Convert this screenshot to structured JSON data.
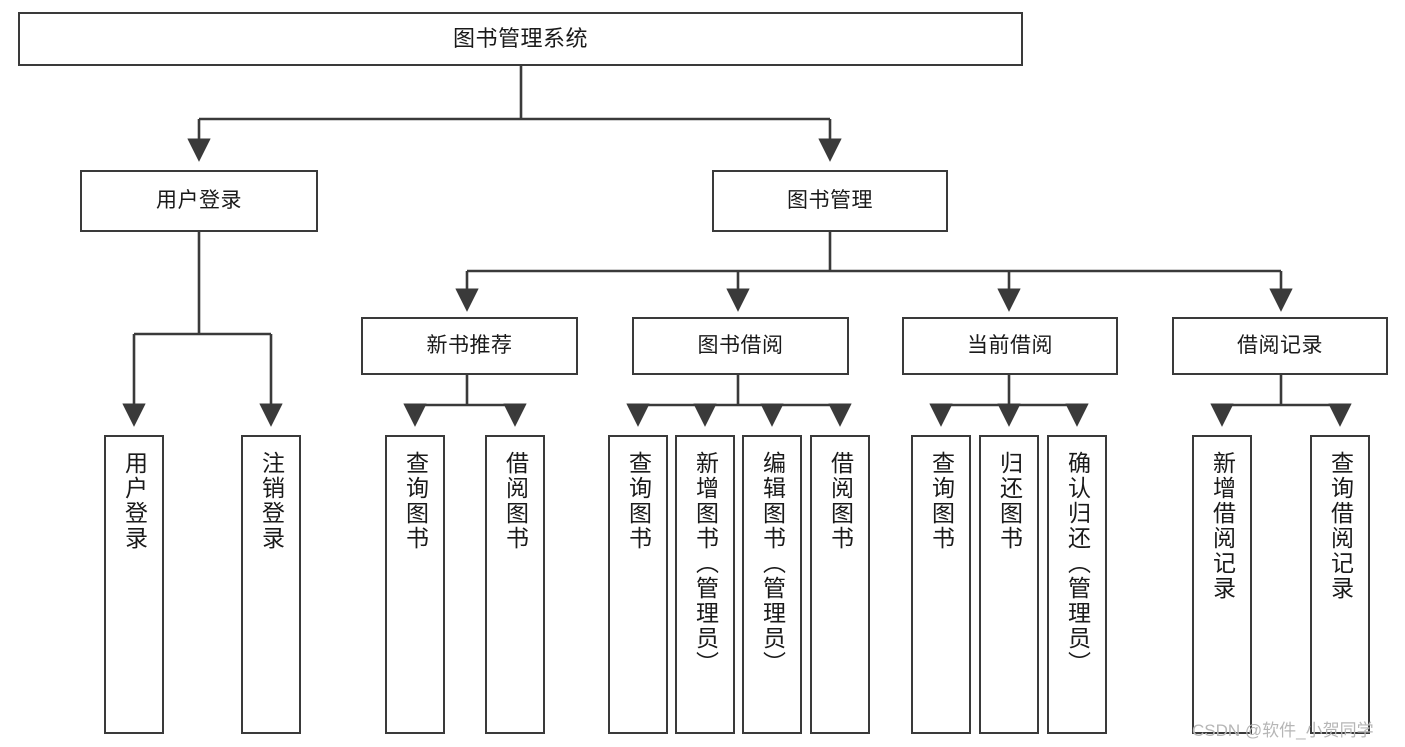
{
  "diagram": {
    "title": "图书管理系统",
    "watermark": "CSDN @软件_小贺同学",
    "line_color": "#3a3a3a",
    "background": "#ffffff",
    "nodes": {
      "root": "图书管理系统",
      "user_login": "用户登录",
      "book_manage": "图书管理",
      "new_book_rec": "新书推荐",
      "book_borrow": "图书借阅",
      "current_borrow": "当前借阅",
      "borrow_record": "借阅记录",
      "leaf_user_login": "用户登录",
      "leaf_user_logout": "注销登录",
      "leaf_rec_query_book": "查询图书",
      "leaf_rec_borrow_book": "借阅图书",
      "leaf_borrow_query_book": "查询图书",
      "leaf_borrow_add_book": "新增图书（管理员）",
      "leaf_borrow_edit_book": "编辑图书（管理员）",
      "leaf_borrow_borrow_book": "借阅图书",
      "leaf_cur_query_book": "查询图书",
      "leaf_cur_return_book": "归还图书",
      "leaf_cur_confirm_return": "确认归还（管理员）",
      "leaf_rec_add_record": "新增借阅记录",
      "leaf_rec_query_record": "查询借阅记录"
    },
    "tree": {
      "图书管理系统": [
        "用户登录",
        "图书管理"
      ],
      "用户登录": [
        "用户登录",
        "注销登录"
      ],
      "图书管理": [
        "新书推荐",
        "图书借阅",
        "当前借阅",
        "借阅记录"
      ],
      "新书推荐": [
        "查询图书",
        "借阅图书"
      ],
      "图书借阅": [
        "查询图书",
        "新增图书（管理员）",
        "编辑图书（管理员）",
        "借阅图书"
      ],
      "当前借阅": [
        "查询图书",
        "归还图书",
        "确认归还（管理员）"
      ],
      "借阅记录": [
        "新增借阅记录",
        "查询借阅记录"
      ]
    }
  }
}
